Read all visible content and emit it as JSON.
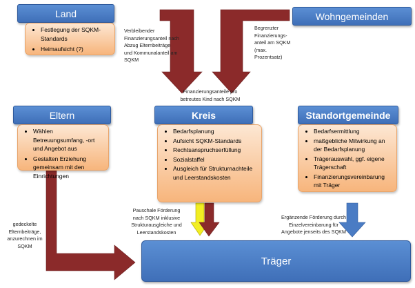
{
  "headers": {
    "land": "Land",
    "wohngemeinden": "Wohngemeinden",
    "eltern": "Eltern",
    "kreis": "Kreis",
    "standortgemeinde": "Standortgemeinde",
    "traeger": "Träger"
  },
  "land_box": {
    "items": [
      "Festlegung der SQKM-Standards",
      "Heimaufsicht (?)"
    ]
  },
  "eltern_box": {
    "items": [
      "Wählen Betreuungsumfang, -ort und Angebot aus",
      "Gestalten Erziehung gemeinsam mit den Einrichtungen"
    ]
  },
  "kreis_box": {
    "items": [
      "Bedarfsplanung",
      "Aufsicht SQKM-Standards",
      "Rechtsanspruchserfüllung",
      "Sozialstaffel",
      "Ausgleich für Strukturnachteile und Leerstandskosten"
    ]
  },
  "standort_box": {
    "items": [
      "Bedarfsermittlung",
      "maßgebliche Mitwirkung an der Bedarfsplanung",
      "Trägerauswahl, ggf. eigene Trägerschaft",
      "Finanzierungsvereinbarung mit Träger"
    ]
  },
  "notes": {
    "verbleibender": "Verbleibender Finanzierungsanteil nach Abzug Elternbeiträge und Kommunalanteil am SQKM",
    "begrenzter": "Begrenzter Finanzierungs-anteil am SQKM (max. Prozentsatz)",
    "finanzierungsanteile": "Finanzierungsanteile pro betreutes Kind nach SQKM",
    "pauschale": "Pauschale Förderung nach SQKM inklusive Strukturausgleiche und Leerstandskosten",
    "ergaenzende": "Ergänzende Förderung durch Einzelvereinbarung für Angebote jenseits des SQKM",
    "gedeckelte": "gedeckelte Elternbeiträge, anzurechnen im SQKM"
  },
  "colors": {
    "header_blue": "#4a7cc4",
    "box_orange": "#f7b57c",
    "arrow_red": "#8b2a2a",
    "arrow_blue": "#4a7cc4",
    "arrow_yellow": "#f2ee22"
  }
}
